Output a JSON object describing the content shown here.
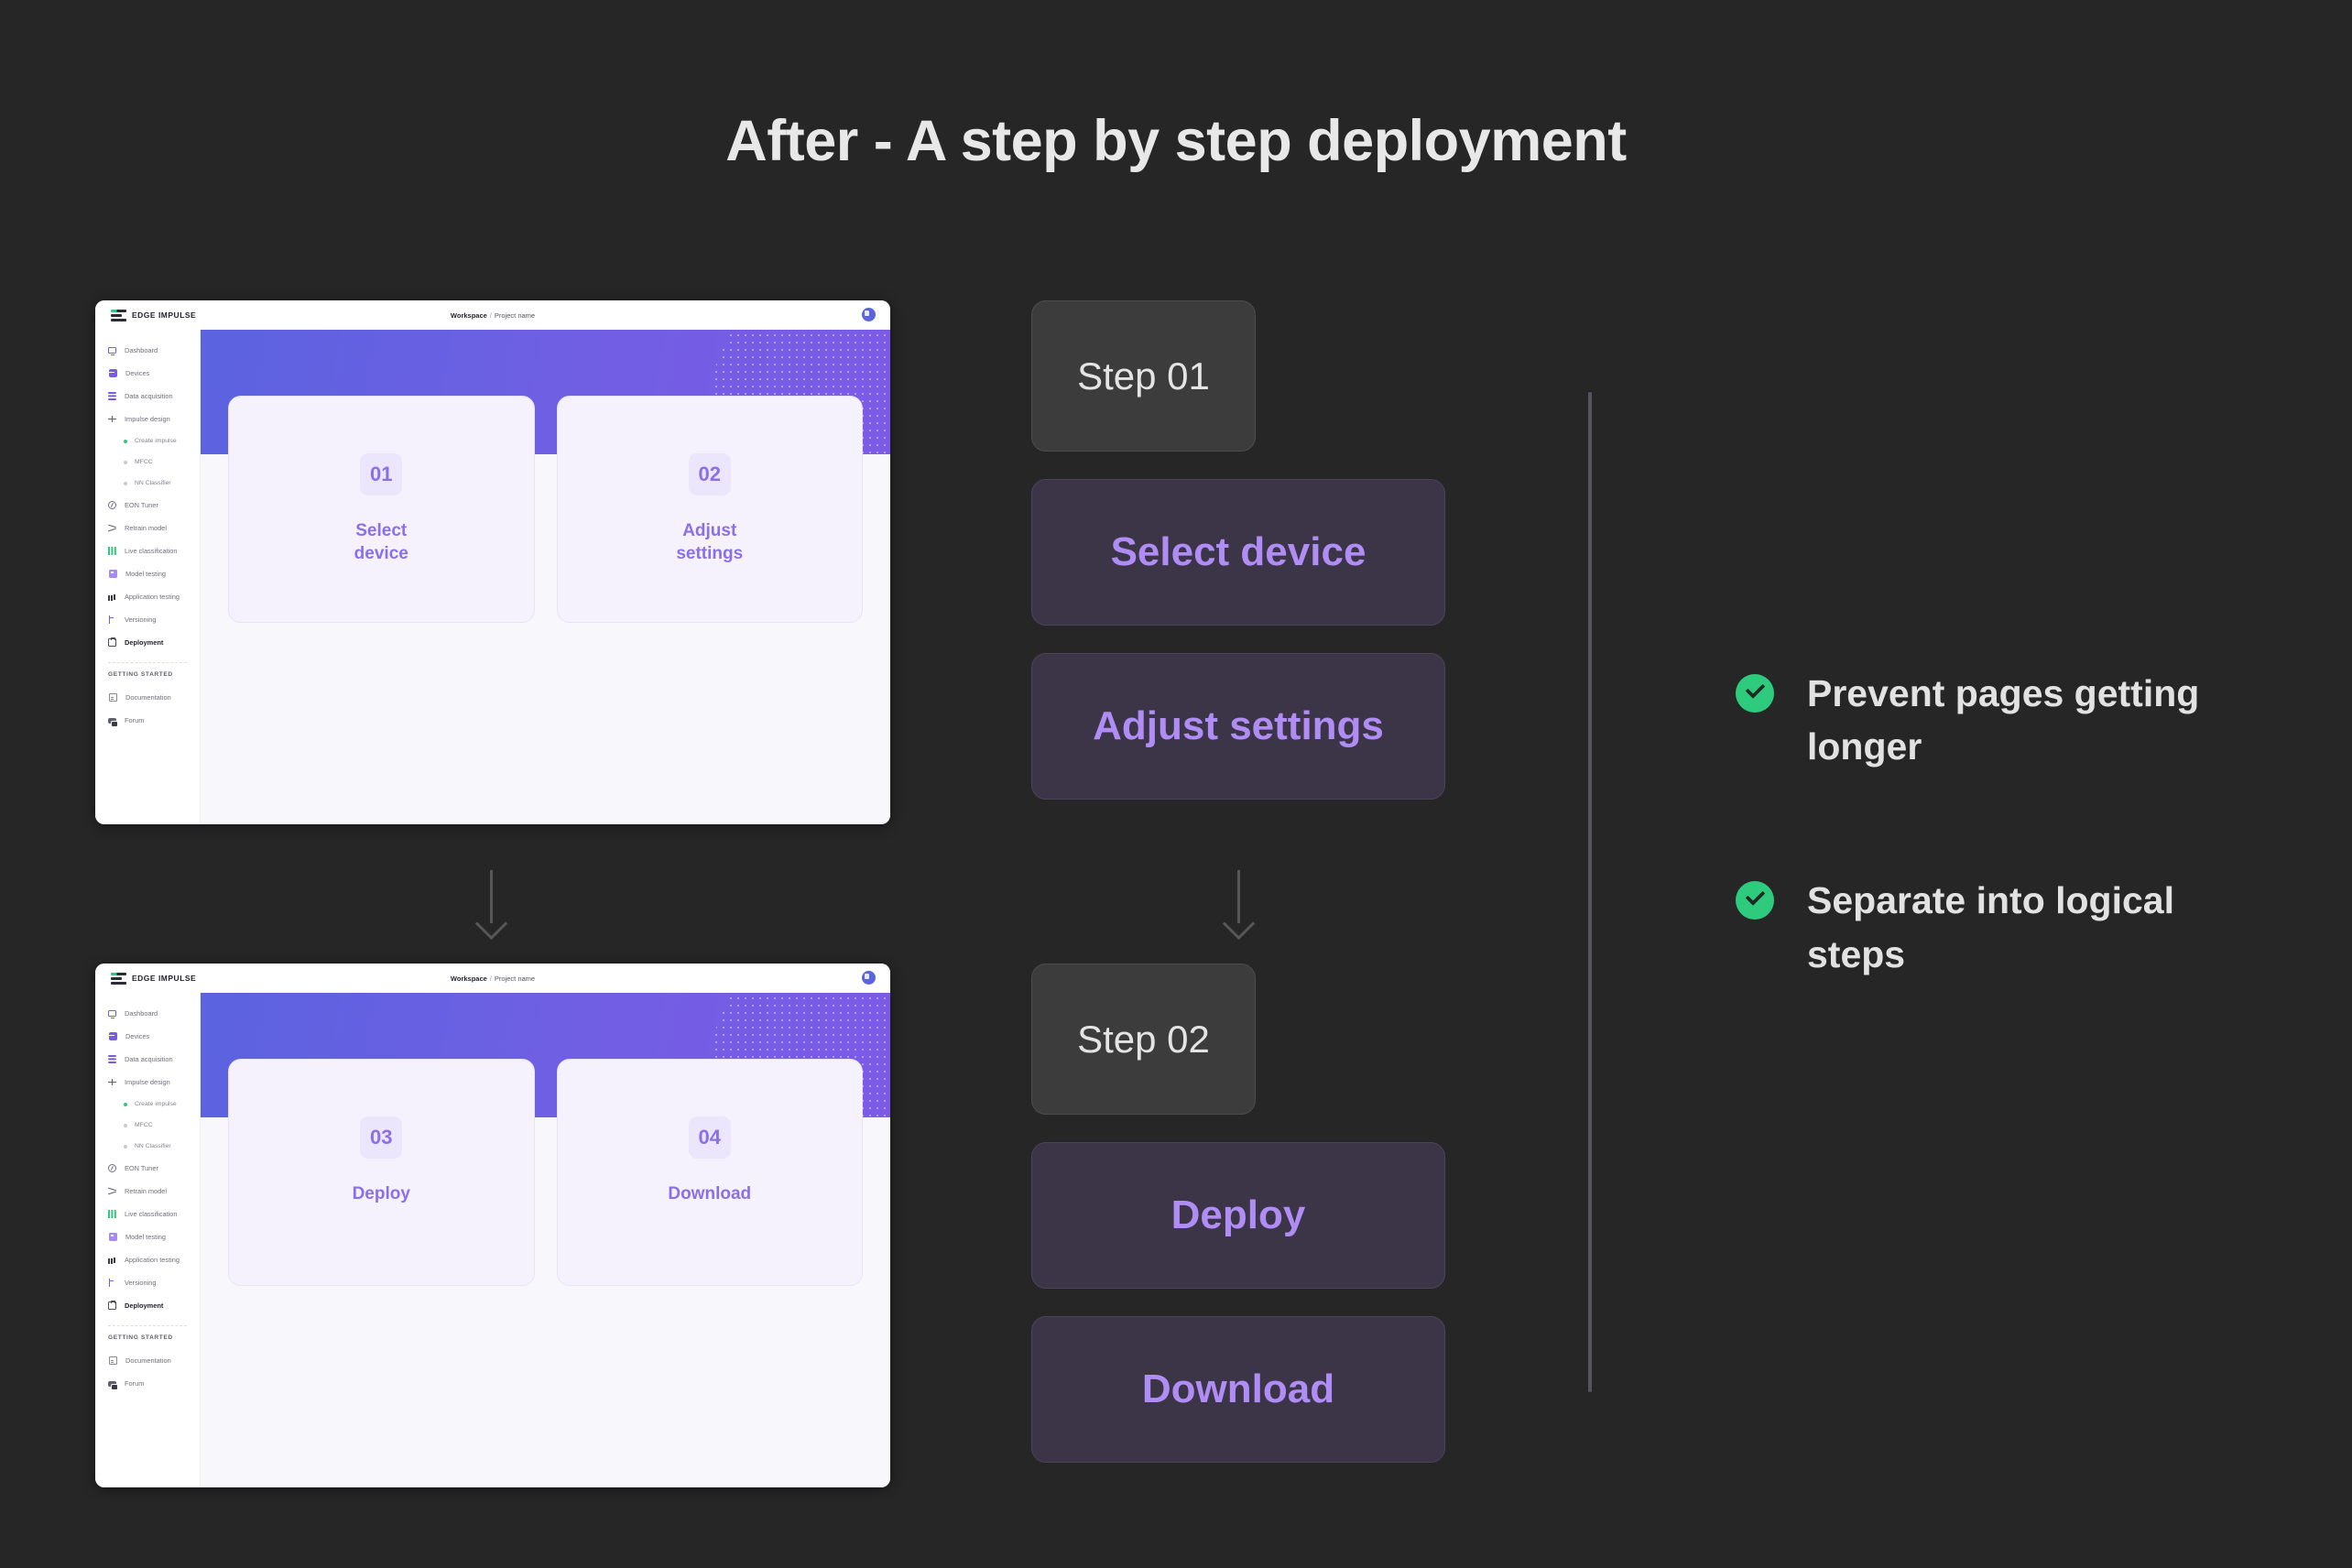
{
  "title": "After - A step by step deployment",
  "app": {
    "logo_text": "EDGE IMPULSE",
    "breadcrumb": {
      "workspace": "Workspace",
      "separator": "/",
      "project": "Project name"
    },
    "avatar": "user-avatar",
    "sidebar": {
      "items": [
        {
          "label": "Dashboard",
          "icon": "monitor-icon",
          "bold": false
        },
        {
          "label": "Devices",
          "icon": "device-icon",
          "bold": false
        },
        {
          "label": "Data acquisition",
          "icon": "layers-icon",
          "bold": false
        },
        {
          "label": "Impulse design",
          "icon": "pulse-icon",
          "bold": false
        }
      ],
      "subitems": [
        {
          "label": "Create impulse",
          "state": "active"
        },
        {
          "label": "MFCC",
          "state": "inactive"
        },
        {
          "label": "NN Classifier",
          "state": "inactive"
        }
      ],
      "items_lower": [
        {
          "label": "EON Tuner",
          "icon": "ring-icon",
          "bold": false
        },
        {
          "label": "Retrain model",
          "icon": "shuffle-icon",
          "bold": false
        },
        {
          "label": "Live classification",
          "icon": "classify-icon",
          "bold": false
        },
        {
          "label": "Model testing",
          "icon": "flask-icon",
          "bold": false
        },
        {
          "label": "Application testing",
          "icon": "bars-icon",
          "bold": false
        },
        {
          "label": "Versioning",
          "icon": "branch-icon",
          "bold": false
        },
        {
          "label": "Deployment",
          "icon": "box-icon",
          "bold": true
        }
      ],
      "section_caption": "GETTING STARTED",
      "items_footer": [
        {
          "label": "Documentation",
          "icon": "doc-icon"
        },
        {
          "label": "Forum",
          "icon": "chat-icon"
        }
      ]
    }
  },
  "mockups": [
    {
      "name": "screen-one",
      "cards": [
        {
          "number": "01",
          "label": "Select\ndevice"
        },
        {
          "number": "02",
          "label": "Adjust\nsettings"
        }
      ]
    },
    {
      "name": "screen-two",
      "cards": [
        {
          "number": "03",
          "label": "Deploy"
        },
        {
          "number": "04",
          "label": "Download"
        }
      ]
    }
  ],
  "flow": [
    {
      "step_label": "Step 01",
      "boxes": [
        "Select device",
        "Adjust settings"
      ]
    },
    {
      "step_label": "Step 02",
      "boxes": [
        "Deploy",
        "Download"
      ]
    }
  ],
  "benefits": [
    {
      "icon": "check-circle-icon",
      "text": "Prevent pages getting longer"
    },
    {
      "icon": "check-circle-icon",
      "text": "Separate into logical steps"
    }
  ],
  "colors": {
    "background": "#262626",
    "accent_purple": "#8b6fe8",
    "step_box": "#3b3547",
    "step_badge": "#3c3c3c",
    "check_green": "#2ecb7f",
    "banner_gradient_start": "#5b63e0",
    "banner_gradient_end": "#7c5ae6"
  }
}
